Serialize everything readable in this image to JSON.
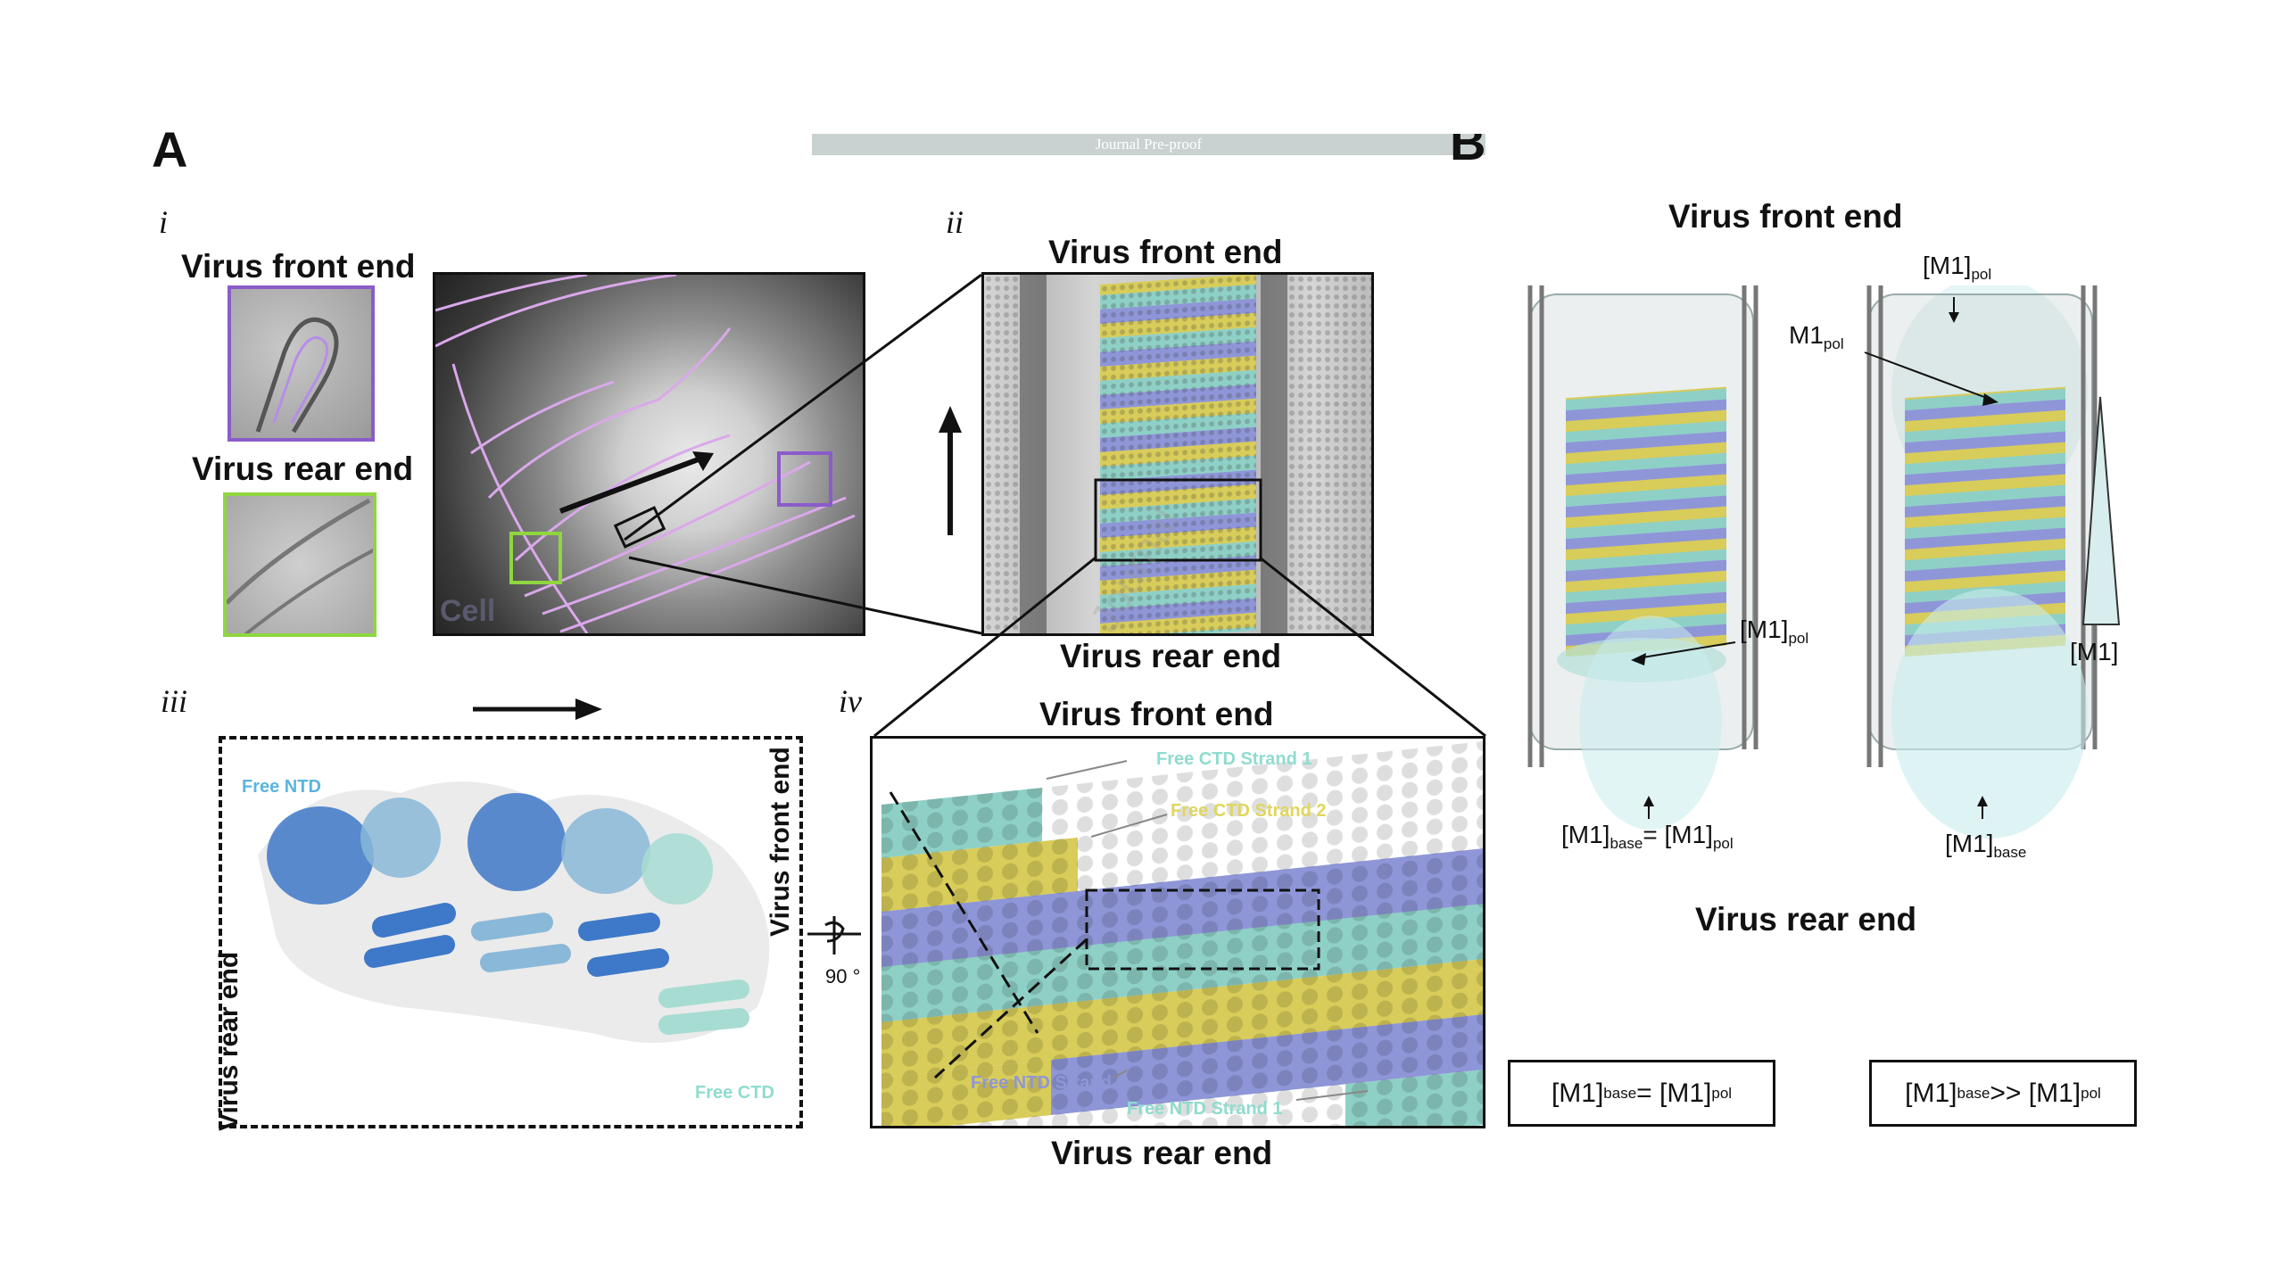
{
  "panel_a": {
    "letter": "A",
    "sub_i": "i",
    "sub_ii": "ii",
    "sub_iii": "iii",
    "sub_iv": "iv",
    "front_end": "Virus front end",
    "rear_end": "Virus rear end",
    "cell_label": "Cell",
    "free_ntd": "Free NTD",
    "free_ctd": "Free CTD",
    "strand_ctd1": "Free CTD Strand 1",
    "strand_ctd2": "Free CTD Strand 2",
    "strand_ntd3": "Free NTD Strand 3",
    "strand_ntd1": "Free NTD Strand 1",
    "rotation": "90 °"
  },
  "header_bar": "Journal Pre-proof",
  "watermark": "Journal",
  "panel_b": {
    "letter": "B",
    "front_end": "Virus front end",
    "rear_end": "Virus rear end",
    "m1": "[M1]",
    "m1_pol_bracket": "[M1]",
    "m1_plain": "M1",
    "pol": "pol",
    "base": "base",
    "eq1_left": "[M1]",
    "eq1_op": "= [M1]",
    "eq2_op": ">> [M1]"
  },
  "colors": {
    "purple": "#8a5cc9",
    "green": "#8fd63f",
    "blue_strand": "#8f96d8",
    "yellow_strand": "#d8cc5a",
    "teal_strand": "#8fd0c6",
    "ntd_label": "#5ab4e0",
    "ctd_label": "#8fdccf"
  }
}
